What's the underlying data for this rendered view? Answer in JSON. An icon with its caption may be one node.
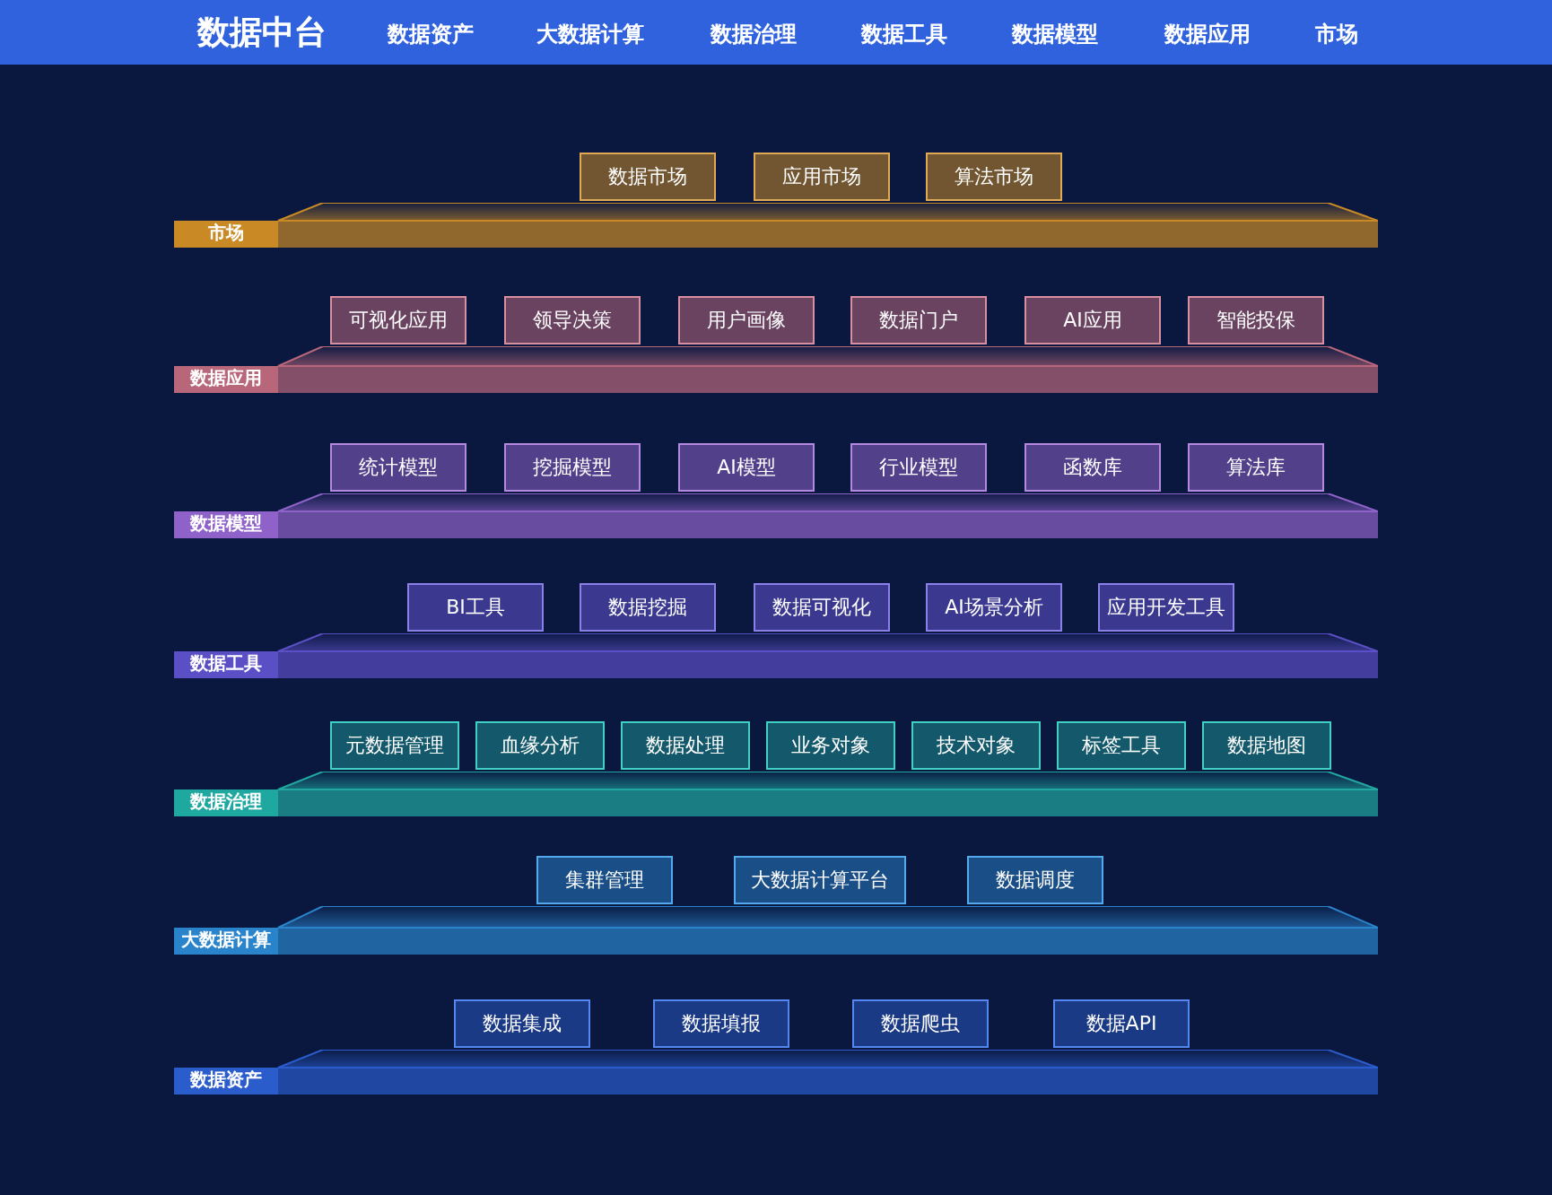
{
  "diagram": {
    "title": "数据中台",
    "nodes": [
      {
        "text": [
          "市场"
        ]
      },
      {
        "text": [
          "数据市场"
        ]
      },
      {
        "text": [
          "应用市场"
        ]
      },
      {
        "text": [
          "算法市场"
        ]
      },
      {
        "text": [
          "数据应用"
        ]
      },
      {
        "text": [
          "可视化应用"
        ]
      },
      {
        "text": [
          "领导决策"
        ]
      },
      {
        "text": [
          "用户画像"
        ]
      },
      {
        "text": [
          "数据门户"
        ]
      },
      {
        "text": [
          "AI应用"
        ]
      },
      {
        "text": [
          "智能投保"
        ]
      },
      {
        "text": [
          "数据模型"
        ]
      },
      {
        "text": [
          "统计模型"
        ]
      },
      {
        "text": [
          "挖掘模型"
        ]
      },
      {
        "text": [
          "AI模型"
        ]
      },
      {
        "text": [
          "行业模型"
        ]
      },
      {
        "text": [
          "函数库"
        ]
      },
      {
        "text": [
          "算法库"
        ]
      },
      {
        "text": [
          "数据工具"
        ]
      },
      {
        "text": [
          "BI工具"
        ]
      },
      {
        "text": [
          "数据挖掘"
        ]
      },
      {
        "text": [
          "数据可视化"
        ]
      },
      {
        "text": [
          "AI场景分析"
        ]
      },
      {
        "text": [
          "应用开发工具"
        ]
      },
      {
        "text": [
          "数据治理"
        ]
      },
      {
        "text": [
          "元数据管理"
        ]
      },
      {
        "text": [
          "血缘分析"
        ]
      },
      {
        "text": [
          "数据处理"
        ]
      },
      {
        "text": [
          "业务对象"
        ]
      },
      {
        "text": [
          "技术对象"
        ]
      },
      {
        "text": [
          "标签工具"
        ]
      },
      {
        "text": [
          "数据地图"
        ]
      },
      {
        "text": [
          "大数据计算"
        ]
      },
      {
        "text": [
          "集群管理"
        ]
      },
      {
        "text": [
          "大数据计算平台"
        ]
      },
      {
        "text": [
          "数据调度"
        ]
      },
      {
        "text": [
          "数据资产"
        ]
      },
      {
        "text": [
          "数据集成"
        ]
      },
      {
        "text": [
          "数据填报"
        ]
      },
      {
        "text": [
          "数据爬虫"
        ]
      },
      {
        "text": [
          "数据API"
        ]
      }
    ],
    "labels": [
      "数据资产",
      "大数据计算",
      "数据治理",
      "数据工具",
      "数据模型",
      "数据应用",
      "市场"
    ]
  }
}
